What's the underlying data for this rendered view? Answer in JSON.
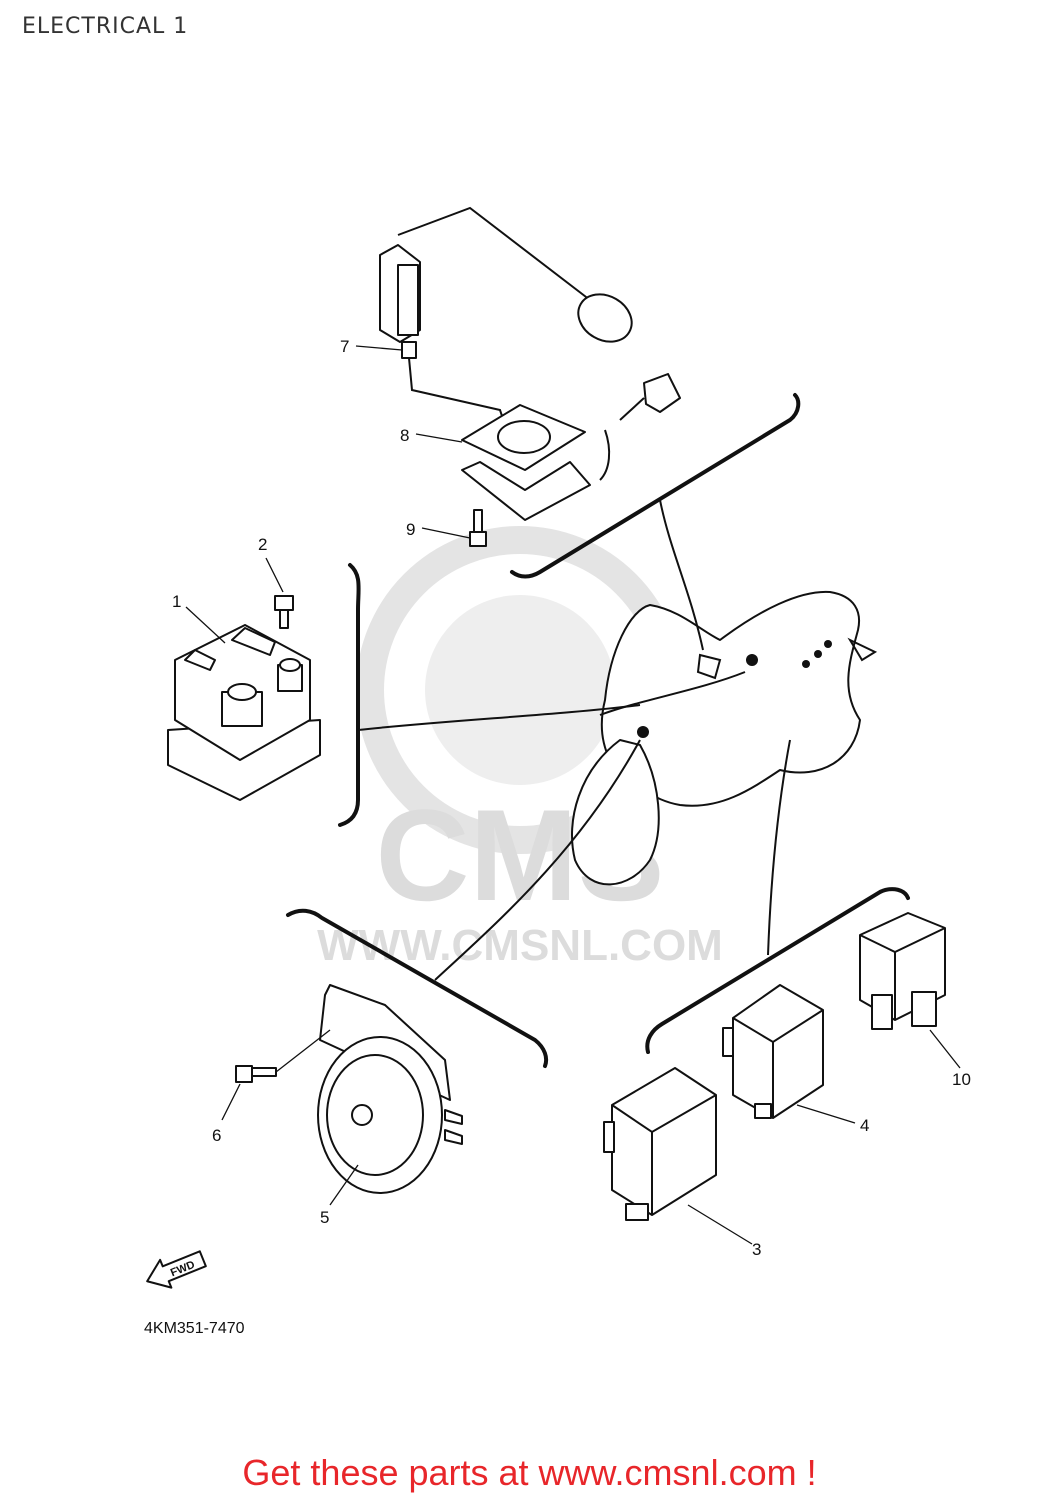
{
  "title": "ELECTRICAL 1",
  "diagram_code": "4KM351-7470",
  "fwd_label": "FWD",
  "watermark": {
    "brand": "CMS",
    "url": "WWW.CMSNL.COM"
  },
  "callouts": [
    {
      "id": "1",
      "label": "1",
      "part": "starter-relay"
    },
    {
      "id": "2",
      "label": "2",
      "part": "bolt"
    },
    {
      "id": "3",
      "label": "3",
      "part": "relay-unit"
    },
    {
      "id": "4",
      "label": "4",
      "part": "flasher-relay"
    },
    {
      "id": "5",
      "label": "5",
      "part": "horn"
    },
    {
      "id": "6",
      "label": "6",
      "part": "horn-bolt"
    },
    {
      "id": "7",
      "label": "7",
      "part": "fuel-sender-unit"
    },
    {
      "id": "8",
      "label": "8",
      "part": "gasket"
    },
    {
      "id": "9",
      "label": "9",
      "part": "screw"
    },
    {
      "id": "10",
      "label": "10",
      "part": "relay"
    }
  ],
  "promo_text": "Get these parts at www.cmsnl.com !",
  "colors": {
    "promo": "#e8262a",
    "ink": "#111111",
    "watermark": "#dcdcdc"
  }
}
